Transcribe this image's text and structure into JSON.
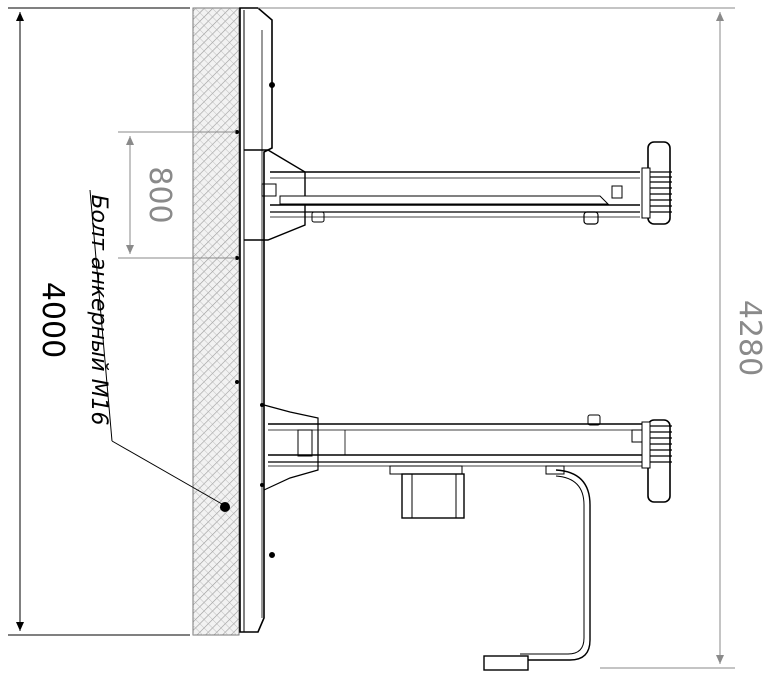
{
  "dimensions": {
    "overall_length": "4000",
    "overall_width": "4280",
    "anchor_spacing": "800"
  },
  "labels": {
    "anchor_bolt": "Болт анкерный М16"
  },
  "colors": {
    "line": "#000000",
    "dim_gray": "#8a8a8a",
    "concrete_hatch": "#9a9a9a",
    "concrete_fill": "#f2f2f2"
  }
}
